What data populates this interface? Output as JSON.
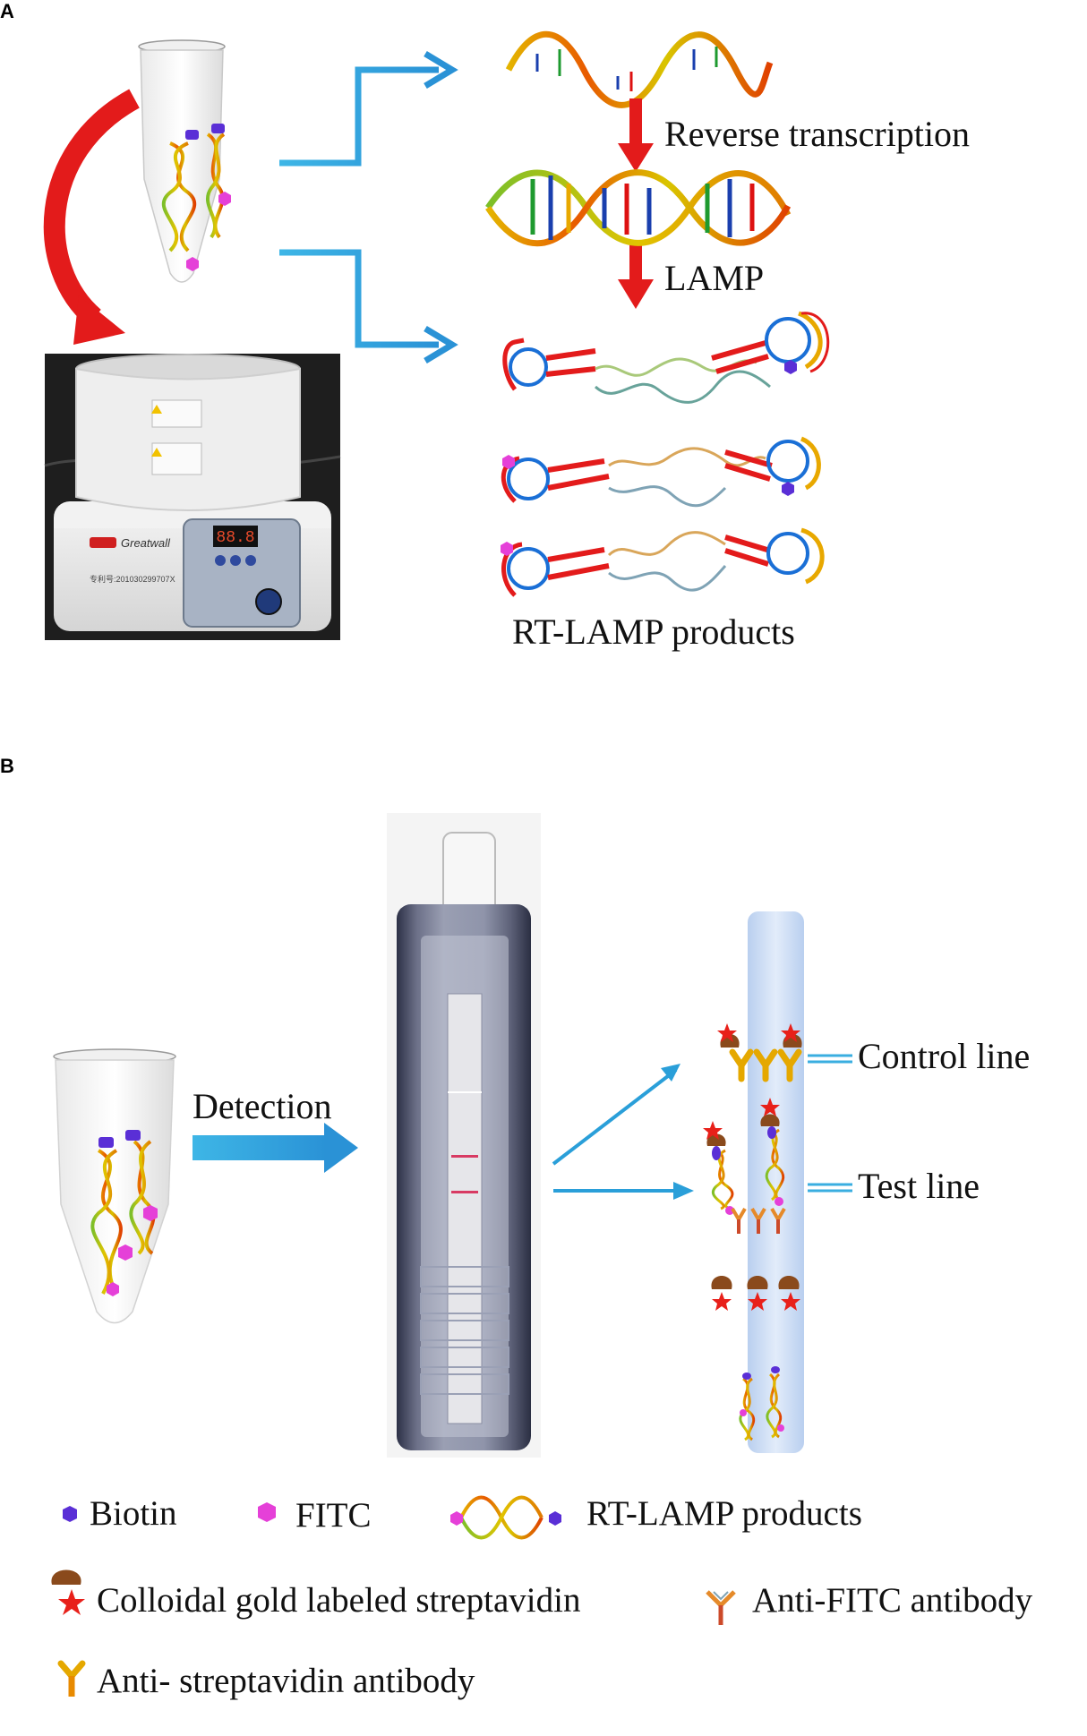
{
  "panels": {
    "a": {
      "label": "A",
      "steps": {
        "reverse_transcription": "Reverse transcription",
        "lamp": "LAMP",
        "products": "RT-LAMP products"
      },
      "device": {
        "brand": "Greatwall",
        "display": "88.8",
        "serial": "专利号:201030299707X"
      }
    },
    "b": {
      "label": "B",
      "detection": "Detection",
      "strip_lines": {
        "control": "Control line",
        "test": "Test line"
      }
    }
  },
  "legend": {
    "biotin": "Biotin",
    "fitc": "FITC",
    "rt_lamp_products": "RT-LAMP  products",
    "gold_streptavidin": "Colloidal gold labeled streptavidin",
    "anti_fitc": "Anti-FITC antibody",
    "anti_streptavidin": "Anti- streptavidin antibody"
  },
  "colors": {
    "arrow_blue": "#3bb0e3",
    "arrow_red": "#e31b1b",
    "biotin": "#5a2fd6",
    "fitc": "#e540d8",
    "gold": "#8a4a1c",
    "star": "#e8201a",
    "strip_bg": "#cfe0f5"
  }
}
